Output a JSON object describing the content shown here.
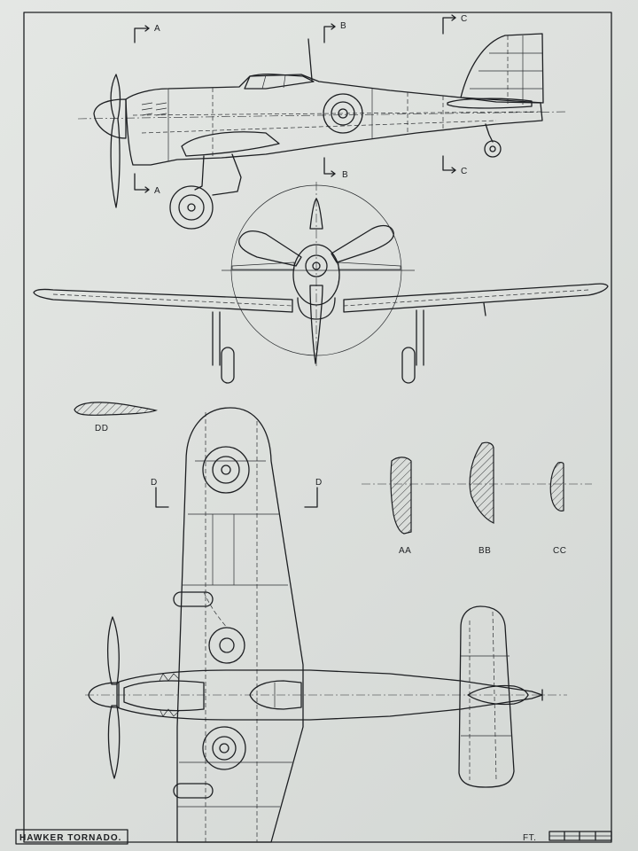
{
  "title_block": {
    "title": "HAWKER  TORNADO."
  },
  "scale_bar": {
    "unit_label": "FT."
  },
  "section_markers": {
    "a_top": "A",
    "a_bottom": "A",
    "b_top": "B",
    "b_bottom": "B",
    "c_top": "C",
    "c_bottom": "C",
    "d_left": "D",
    "d_right": "D"
  },
  "sections": {
    "dd": "DD",
    "aa": "AA",
    "bb": "BB",
    "cc": "CC"
  },
  "colors": {
    "ink": "#1d1f22",
    "paper": "#e0e3e0"
  }
}
